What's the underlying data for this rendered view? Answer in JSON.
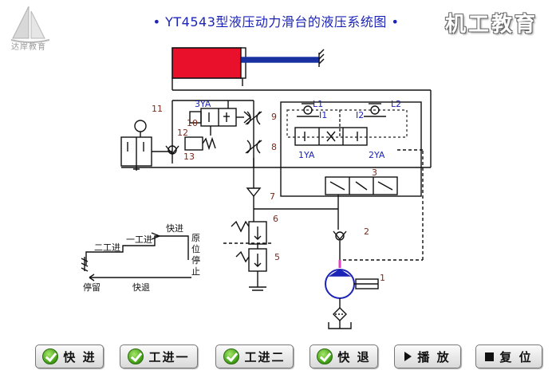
{
  "logo": {
    "text": "达岸教育"
  },
  "title": "• YT4543型液压动力滑台的液压系统图 •",
  "brand": "机工教育",
  "labels": {
    "n1": "1",
    "n2": "2",
    "n3": "3",
    "n5": "5",
    "n6": "6",
    "n7": "7",
    "n8": "8",
    "n9": "9",
    "n10": "10",
    "n11": "11",
    "n12": "12",
    "n13": "13",
    "yv3": "3YA",
    "yv1": "1YA",
    "yv2": "2YA",
    "l1": "L1",
    "l2": "L2",
    "i1": "I1",
    "i2": "I2"
  },
  "cycle": {
    "fast_forward": "快进",
    "work1": "一工进",
    "work2": "二工进",
    "origin": [
      "原",
      "位",
      "停",
      "止"
    ],
    "dwell": "停留",
    "fast_return": "快退"
  },
  "buttons": [
    {
      "label": "快 进",
      "icon": "check"
    },
    {
      "label": "工进一",
      "icon": "check"
    },
    {
      "label": "工进二",
      "icon": "check"
    },
    {
      "label": "快 退",
      "icon": "check"
    },
    {
      "label": "播 放",
      "icon": "play"
    },
    {
      "label": "复 位",
      "icon": "stop"
    }
  ],
  "colors": {
    "title": "#1c24b8",
    "cylinder": "#e8102a",
    "piston_rod": "#1830a0",
    "pump": "#1c24b8",
    "label_brown": "#7a2a1a",
    "solenoid_label": "#1c24b8",
    "highlight_flow": "#e040c0"
  }
}
